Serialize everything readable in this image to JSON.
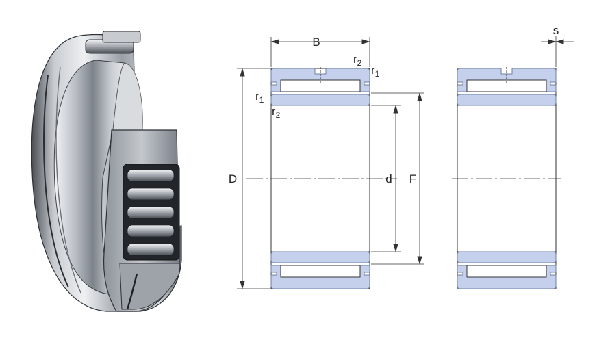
{
  "labels": {
    "width": "B",
    "outer_diameter": "D",
    "bore_diameter": "d",
    "raceway_diameter": "F",
    "axial_displacement": "s",
    "chamfer_r1_base": "r",
    "chamfer_r1_index": "1",
    "chamfer_r2_base": "r",
    "chamfer_r2_index": "2"
  },
  "colors": {
    "section_fill": "#c5d0ec",
    "section_stroke": "#6f7fa6",
    "line": "#333333",
    "background": "#ffffff"
  },
  "icons": {
    "photo": "needle-roller-bearing-illustration"
  }
}
